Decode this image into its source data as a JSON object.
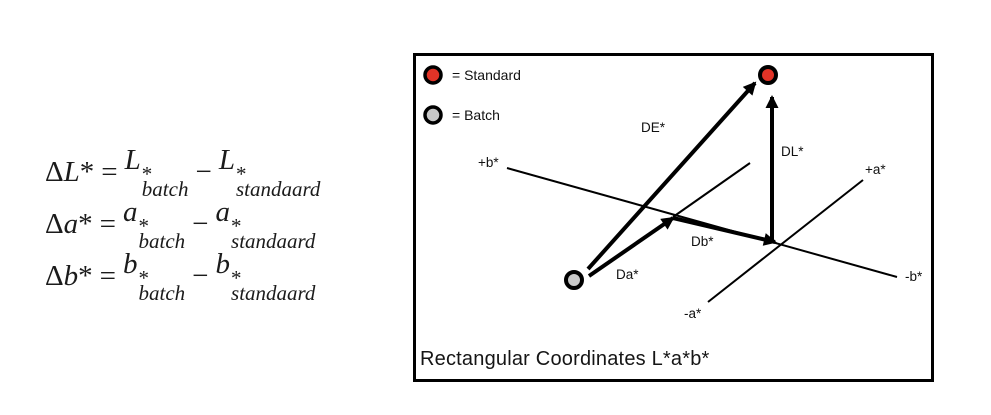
{
  "equations": {
    "rows": [
      {
        "lhs_delta": "Δ",
        "lhs_var": "L",
        "lhs_star": "*",
        "equals": "=",
        "t1_base": "L",
        "t1_sup": "*",
        "t1_sub": "batch",
        "minus": "−",
        "t2_base": "L",
        "t2_sup": "*",
        "t2_sub": "standaard"
      },
      {
        "lhs_delta": "Δ",
        "lhs_var": "a",
        "lhs_star": "*",
        "equals": "=",
        "t1_base": "a",
        "t1_sup": "*",
        "t1_sub": "batch",
        "minus": "−",
        "t2_base": "a",
        "t2_sup": "*",
        "t2_sub": "standaard"
      },
      {
        "lhs_delta": "Δ",
        "lhs_var": "b",
        "lhs_star": "*",
        "equals": "=",
        "t1_base": "b",
        "t1_sup": "*",
        "t1_sub": "batch",
        "minus": "−",
        "t2_base": "b",
        "t2_sup": "*",
        "t2_sub": "standaard"
      }
    ]
  },
  "diagram": {
    "legend": {
      "standard_label": "= Standard",
      "batch_label": "= Batch"
    },
    "axis_labels": {
      "plus_b": "+b*",
      "minus_b": "-b*",
      "plus_a": "+a*",
      "minus_a": "-a*"
    },
    "vector_labels": {
      "de": "DE*",
      "dl": "DL*",
      "db": "Db*",
      "da": "Da*"
    },
    "caption": "Rectangular Coordinates L*a*b*",
    "colors": {
      "standard_fill": "#e13327",
      "batch_fill": "#c9c9c9",
      "line": "#000000"
    }
  }
}
